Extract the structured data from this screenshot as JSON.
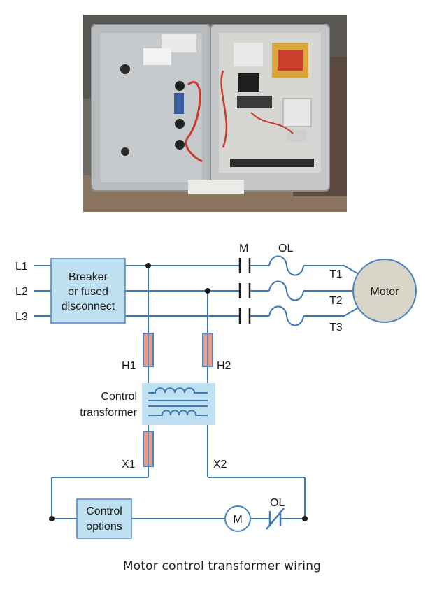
{
  "photo": {
    "description": ""
  },
  "diagram": {
    "lines": {
      "l1": "L1",
      "l2": "L2",
      "l3": "L3"
    },
    "breaker_label": [
      "Breaker",
      "or fused",
      "disconnect"
    ],
    "contactor_label": "M",
    "overload_label": "OL",
    "terminals": {
      "t1": "T1",
      "t2": "T2",
      "t3": "T3"
    },
    "motor_label": "Motor",
    "fuse_labels": {
      "h1": "H1",
      "h2": "H2",
      "x1": "X1",
      "x2": "X2"
    },
    "transformer_label": [
      "Control",
      "transformer"
    ],
    "control_options_label": [
      "Control",
      "options"
    ],
    "control_motor_label": "M",
    "control_overload_label": "OL"
  },
  "caption": "Motor control transformer wiring",
  "colors": {
    "wire": "#3b78b4",
    "box_fill": "#bfe0f1",
    "box_stroke": "#4a84bd",
    "fuse": "#e69c8c",
    "motor_fill": "#d9d5c8"
  }
}
